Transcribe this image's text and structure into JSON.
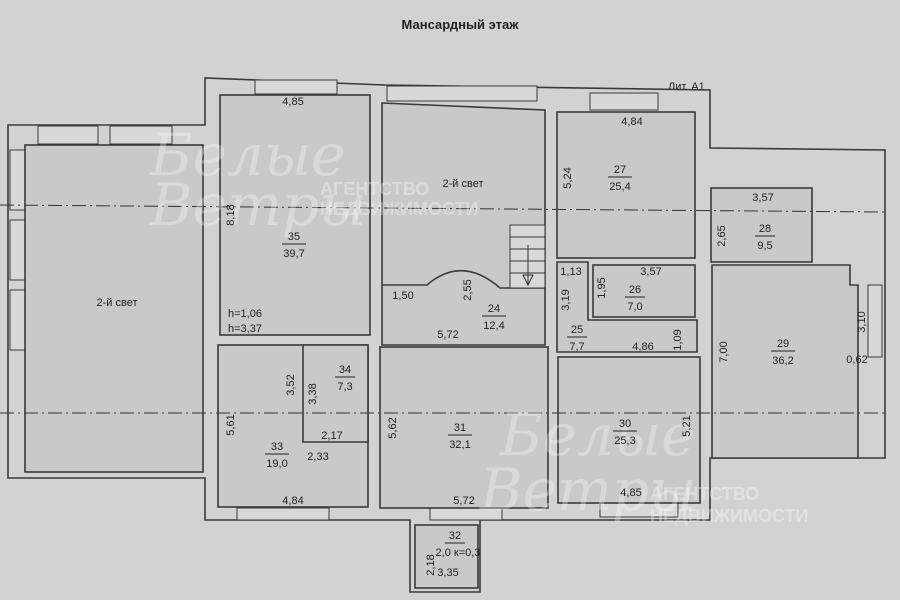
{
  "title": "Мансардный этаж",
  "lit": "Лит. А1",
  "second_light": [
    "2-й свет",
    "2-й свет"
  ],
  "watermark": {
    "brand_line1": "Белые",
    "brand_line2": "Ветры",
    "agency_line1": "АГЕНТСТВО",
    "agency_line2": "НЕДВИЖИМОСТИ"
  },
  "rooms": [
    {
      "num": "35",
      "area": "39,7"
    },
    {
      "num": "24",
      "area": "12,4"
    },
    {
      "num": "27",
      "area": "25,4"
    },
    {
      "num": "28",
      "area": "9,5"
    },
    {
      "num": "26",
      "area": "7,0"
    },
    {
      "num": "25",
      "area": "7,7"
    },
    {
      "num": "29",
      "area": "36,2"
    },
    {
      "num": "34",
      "area": "7,3"
    },
    {
      "num": "33",
      "area": "19,0"
    },
    {
      "num": "31",
      "area": "32,1"
    },
    {
      "num": "30",
      "area": "25,3"
    },
    {
      "num": "32",
      "area": "2,0 к=0,3"
    }
  ],
  "dimensions": [
    "4,85",
    "8,18",
    "h=1,06",
    "h=3,37",
    "1,50",
    "2,55",
    "5,72",
    "4,84",
    "5,24",
    "3,57",
    "2,65",
    "1,13",
    "3,57",
    "1,95",
    "3,19",
    "4,86",
    "1,09",
    "7,00",
    "3,10",
    "0,62",
    "3,52",
    "3,38",
    "2,17",
    "2,33",
    "5,61",
    "5,62",
    "4,84",
    "5,72",
    "4,85",
    "5,21",
    "2,18",
    "3,35"
  ]
}
